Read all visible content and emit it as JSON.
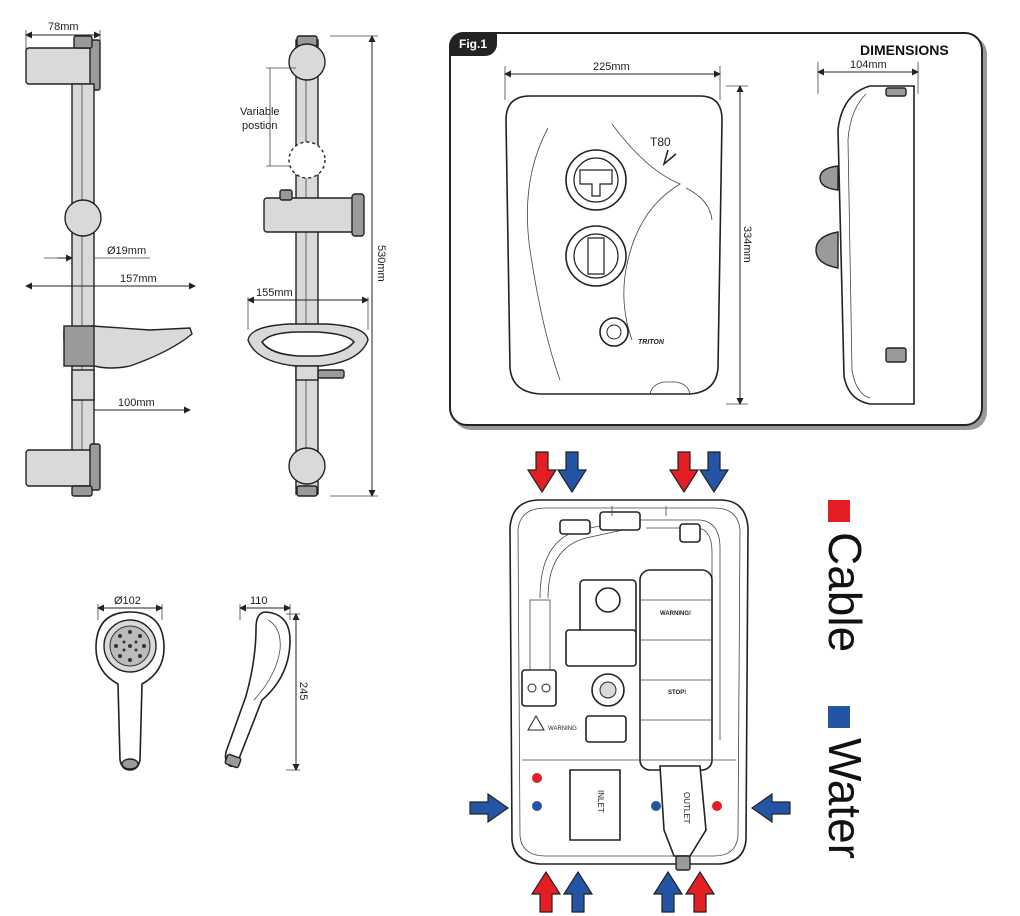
{
  "riser": {
    "bracket_width": "78mm",
    "variable_position_line1": "Variable",
    "variable_position_line2": "postion",
    "rail_diameter": "Ø19mm",
    "soap_dish_width_side": "157mm",
    "soap_dish_width_front": "155mm",
    "holder_spacing": "100mm",
    "rail_length": "530mm"
  },
  "handset": {
    "diameter": "Ø102",
    "depth": "110",
    "length": "245"
  },
  "figure": {
    "tag": "Fig.1",
    "heading": "DIMENSIONS",
    "width": "225mm",
    "depth": "104mm",
    "height": "334mm",
    "model": "T80",
    "brand": "TRITON"
  },
  "unit_labels": {
    "warning_title": "WARNING!",
    "stop_title": "STOP!",
    "warning_small": "WARNING",
    "inlet": "INLET",
    "outlet": "OUTLET"
  },
  "legend": {
    "cable_label": "Cable",
    "water_label": "Water",
    "cable_color": "#e31e24",
    "water_color": "#2455a4"
  },
  "colors": {
    "cable": "#e31e24",
    "water": "#2455a4",
    "line": "#222222"
  }
}
